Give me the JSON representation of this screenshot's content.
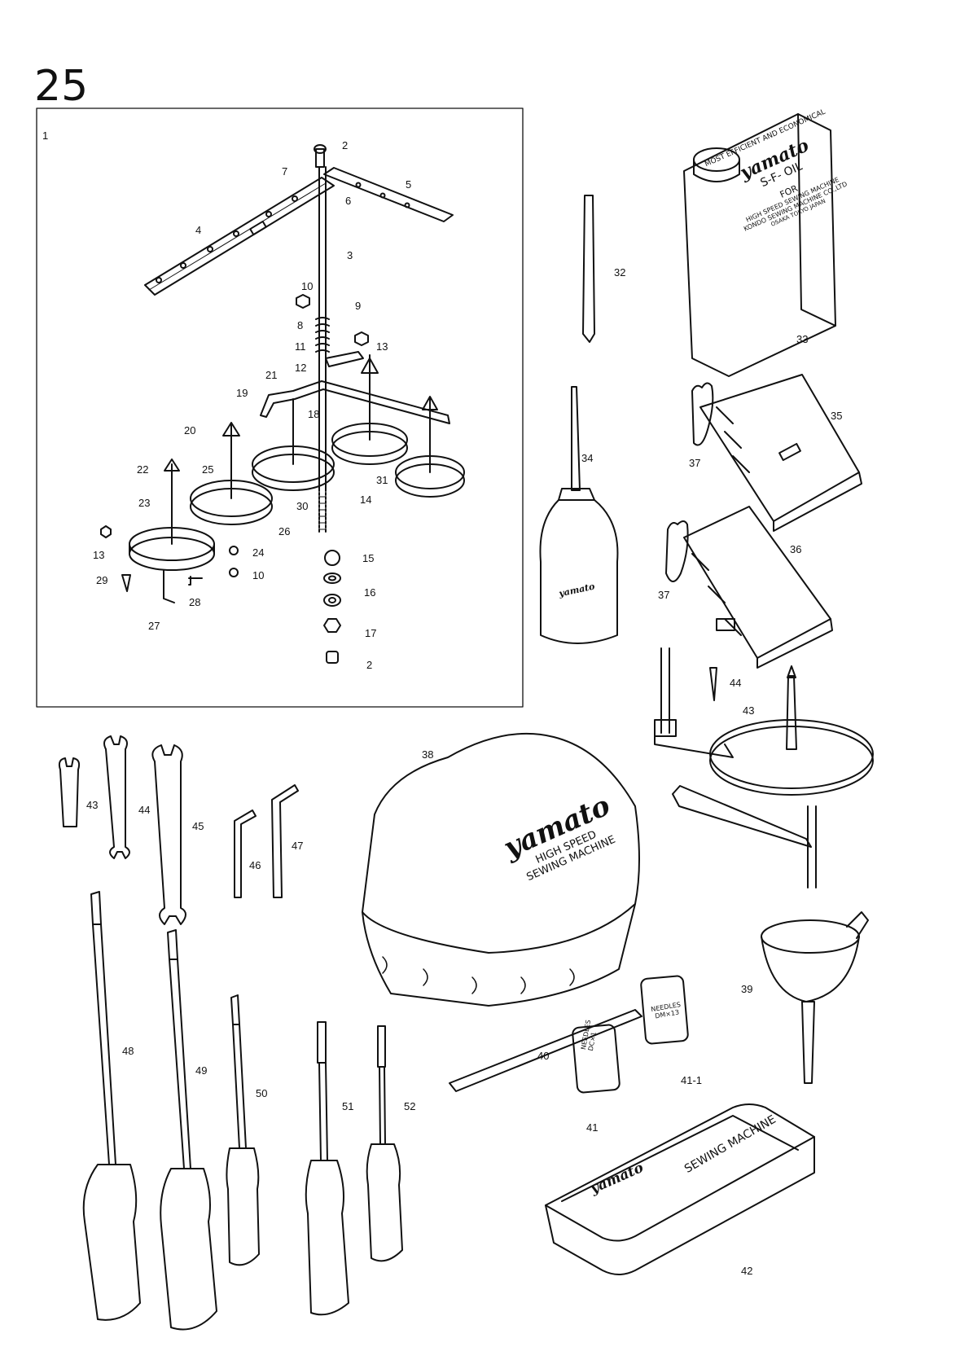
{
  "page_number": "25",
  "callouts": [
    "1",
    "2",
    "7",
    "5",
    "6",
    "4",
    "3",
    "10",
    "9",
    "8",
    "13",
    "11",
    "21",
    "12",
    "19",
    "18",
    "20",
    "22",
    "25",
    "31",
    "23",
    "30",
    "14",
    "26",
    "13",
    "24",
    "15",
    "29",
    "28",
    "10",
    "16",
    "27",
    "17",
    "2",
    "32",
    "33",
    "34",
    "35",
    "37",
    "36",
    "37",
    "44",
    "43",
    "38",
    "43",
    "44",
    "45",
    "46",
    "47",
    "48",
    "49",
    "50",
    "51",
    "52",
    "39",
    "40",
    "41-1",
    "41",
    "42"
  ],
  "oil_can": {
    "top_line": "MOST EFFICIENT AND ECONOMICAL",
    "brand": "yamato",
    "product": "S-F- OIL",
    "for": "FOR",
    "line1": "HIGH SPEED SEWING MACHINE",
    "line2": "KONDO SEWING MACHINE CO.,LTD",
    "line3": "OSAKA    TOKYO    JAPAN"
  },
  "oiler_bottle_text": "yamato",
  "cover": {
    "brand": "yamato",
    "line1": "HIGH SPEED",
    "line2": "SEWING MACHINE"
  },
  "needle_pack_1": {
    "line1": "NEEDLES",
    "line2": "DC×1"
  },
  "needle_pack_2": {
    "line1": "NEEDLES",
    "line2": "DM×13"
  },
  "tool_box": {
    "brand": "yamato",
    "label": "SEWING MACHINE"
  }
}
